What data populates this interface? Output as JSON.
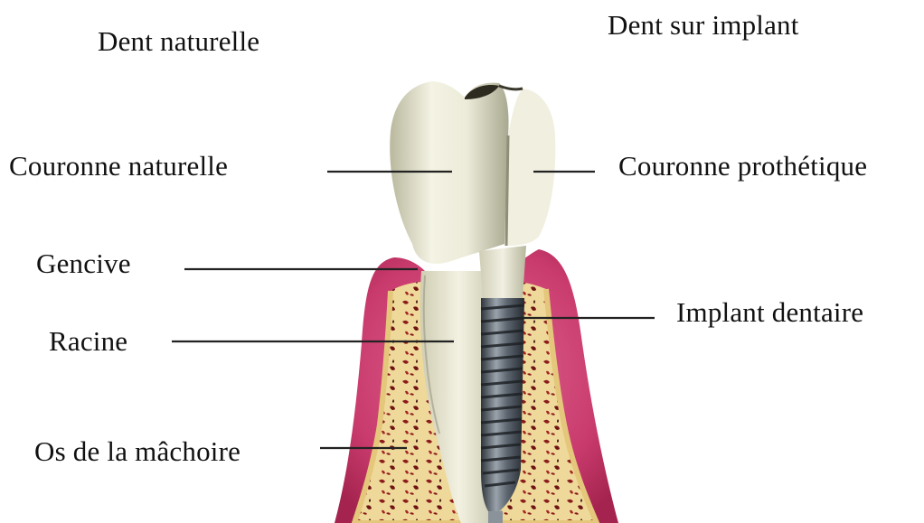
{
  "headings": {
    "left": "Dent  naturelle",
    "right": "Dent sur implant"
  },
  "labels": {
    "natural_crown": "Couronne naturelle",
    "gum": "Gencive",
    "root": "Racine",
    "jaw_bone": "Os de la mâchoire",
    "prosthetic_crown": "Couronne prothétique",
    "dental_implant": "Implant dentaire"
  },
  "colors": {
    "background": "#ffffff",
    "gum": "#c93b6d",
    "gum_edge": "#e88aa6",
    "bone": "#efd99a",
    "bone_marrow": "#8b1c1c",
    "tooth": "#ecebd9",
    "tooth_shadow": "#b9b89e",
    "implant_metal": "#5d6670",
    "leader_line": "#222222"
  }
}
